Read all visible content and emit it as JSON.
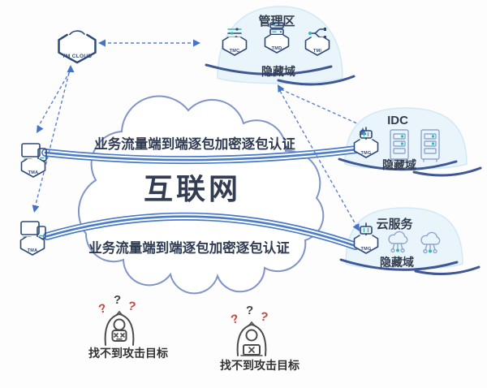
{
  "colors": {
    "pipe_blue": "#4a7bc8",
    "dash_blue": "#5a80cc",
    "arrow_blue": "#4273c8",
    "icon_navy": "#2f4a7a",
    "icon_teal": "#3bb7b0",
    "dome_fill": "#e9f5fb",
    "ripple_navy": "#3f5795",
    "cloud_outline": "#8094c8",
    "alert_red": "#c0483d",
    "text_dark": "#333b4e"
  },
  "tm_cloud": {
    "label": "TM CLOUD"
  },
  "zones": {
    "management": {
      "title": "管理区",
      "hidden": "隐藏域",
      "nodes": [
        {
          "label": "TMC"
        },
        {
          "label": "TMD"
        },
        {
          "label": "TMI"
        }
      ]
    },
    "idc": {
      "title": "IDC",
      "hidden": "隐藏域",
      "gateway": {
        "label": "TMG"
      }
    },
    "cloud_service": {
      "title": "云服务",
      "hidden": "隐藏域",
      "gateway": {
        "label": "TMG"
      }
    }
  },
  "internet": {
    "label": "互联网"
  },
  "terminals": [
    {
      "label": "TMA"
    },
    {
      "label": "TMA"
    }
  ],
  "links": [
    {
      "label": "业务流量端到端逐包加密逐包认证"
    },
    {
      "label": "业务流量端到端逐包加密逐包认证"
    }
  ],
  "attackers": [
    {
      "caption": "找不到攻击目标",
      "marks": [
        "?",
        "?",
        "?"
      ]
    },
    {
      "caption": "找不到攻击目标",
      "marks": [
        "?",
        "?",
        "?"
      ]
    }
  ]
}
